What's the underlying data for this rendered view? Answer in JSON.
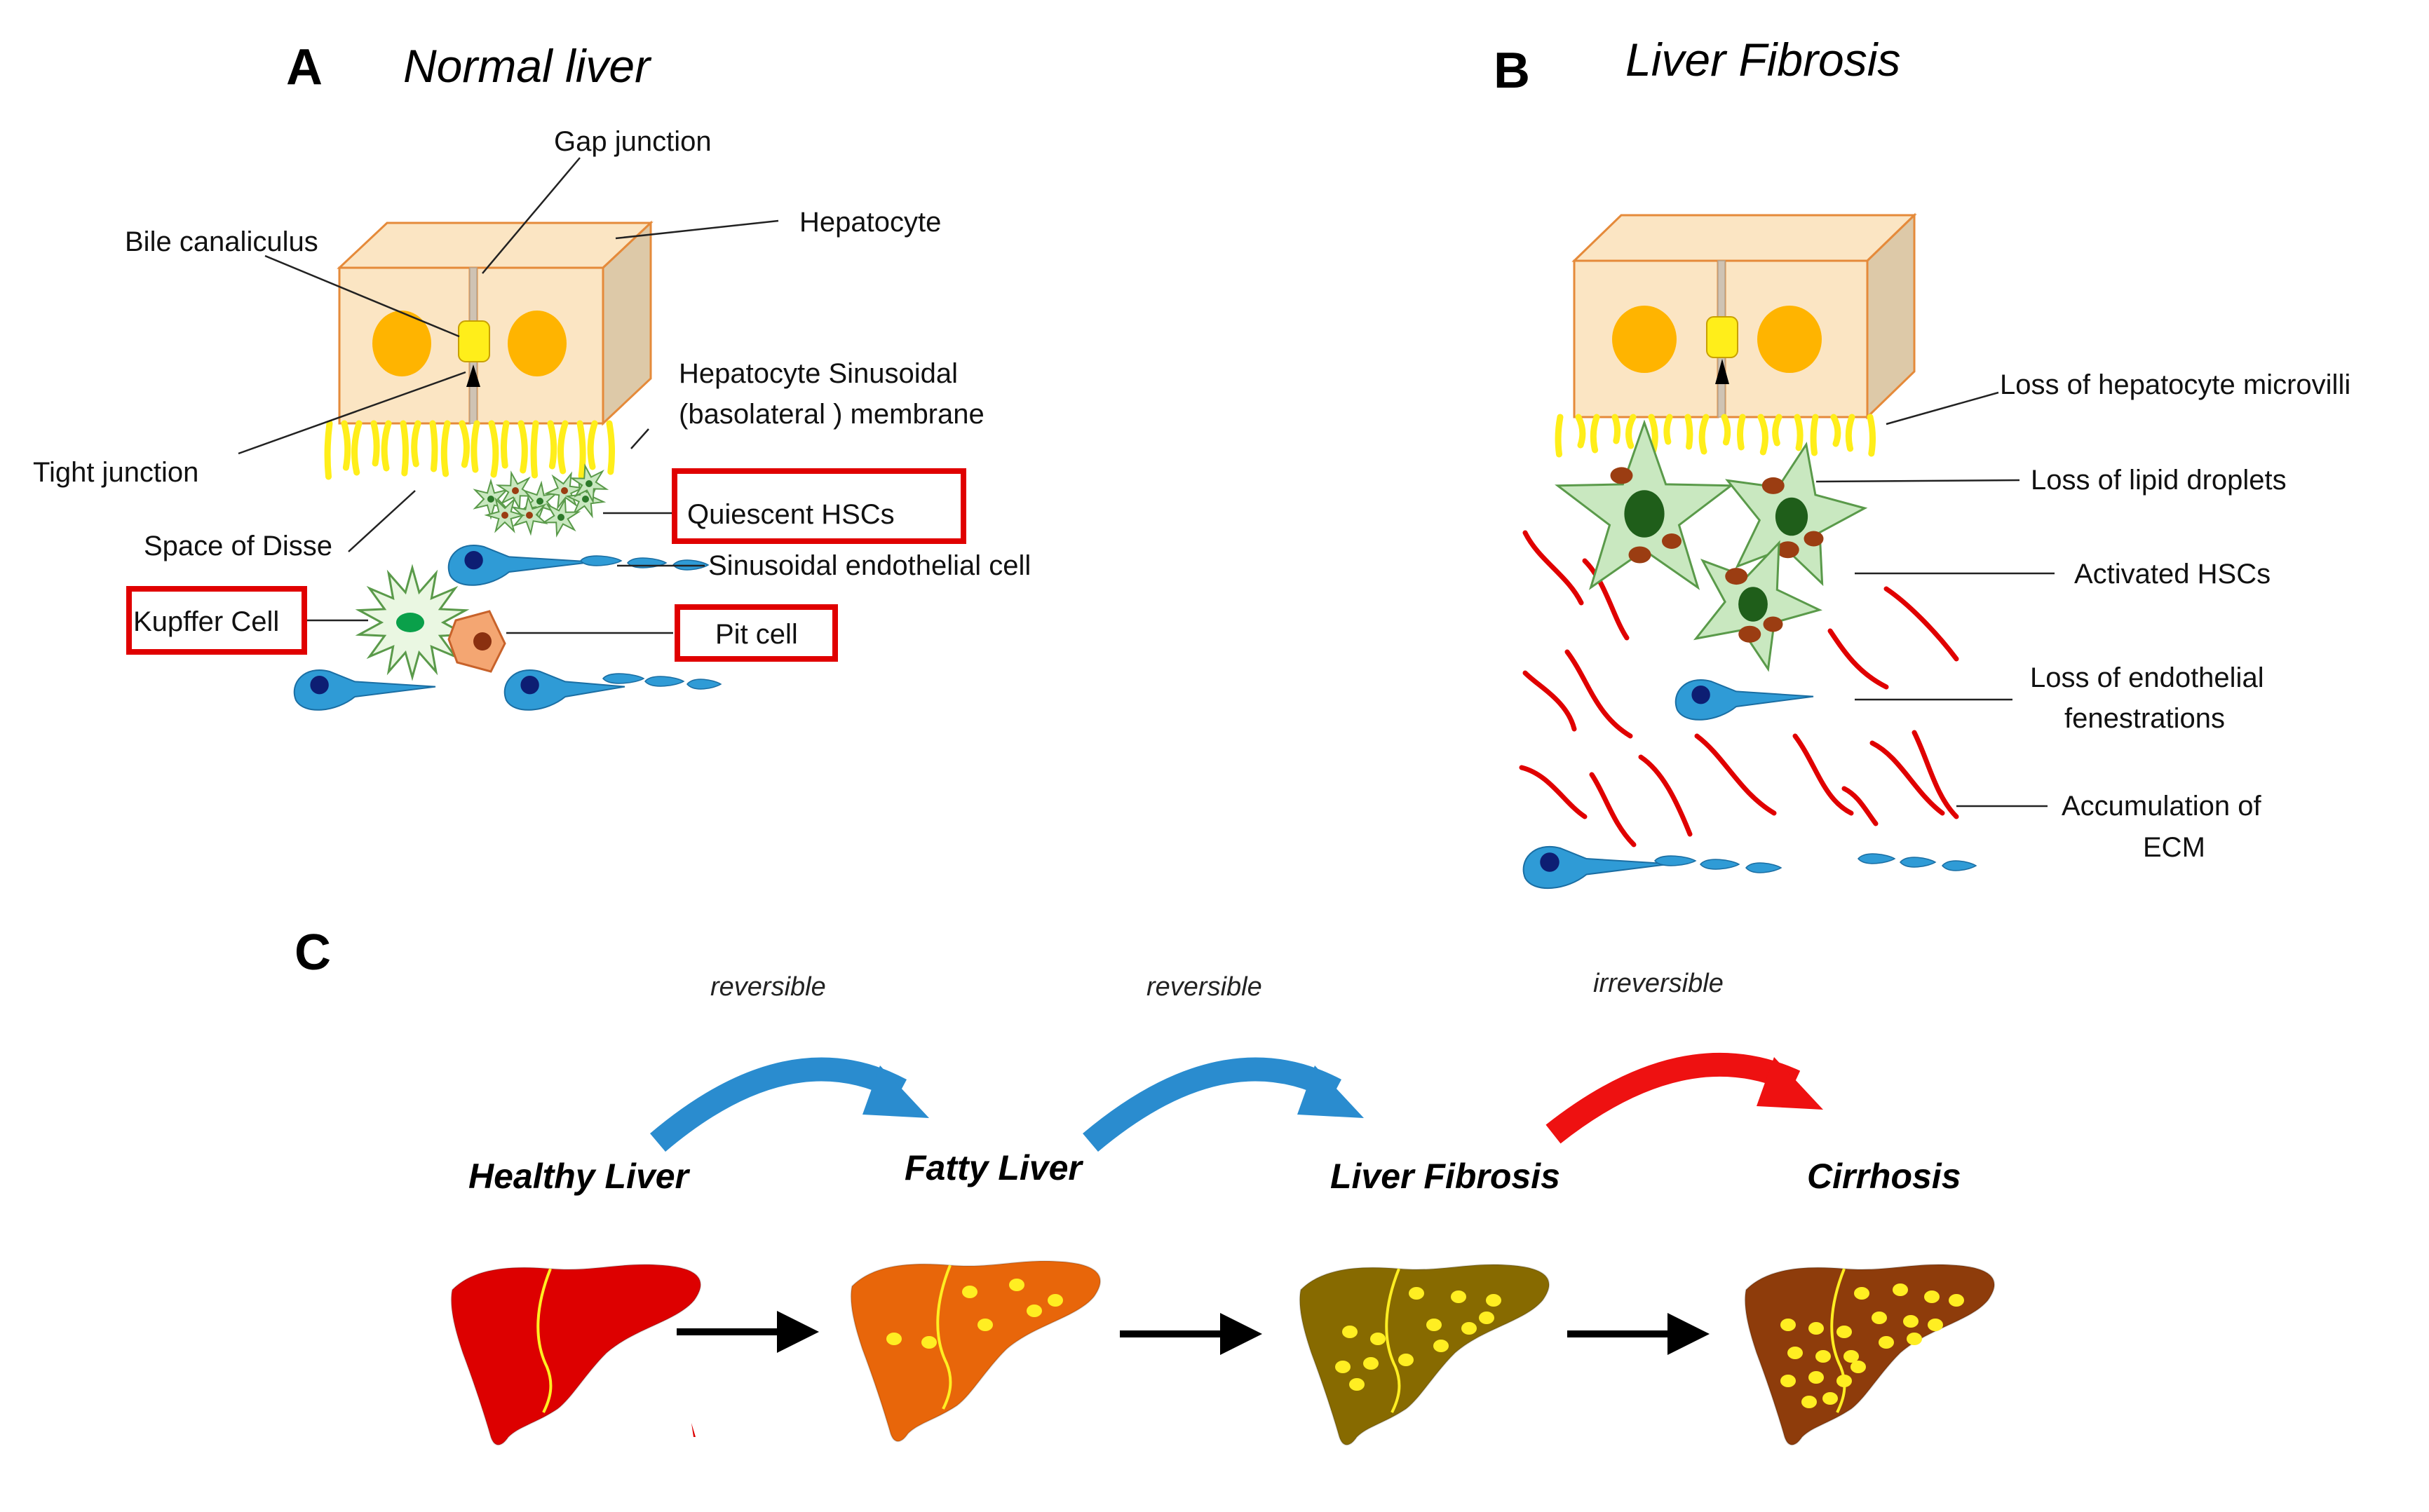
{
  "panels": {
    "a": {
      "letter": "A",
      "title": "Normal liver",
      "labels": {
        "gap_junction": "Gap junction",
        "hepatocyte": "Hepatocyte",
        "bile_canaliculus": "Bile canaliculus",
        "sinusoidal_membrane_line1": "Hepatocyte Sinusoidal",
        "sinusoidal_membrane_line2": "(basolateral ) membrane",
        "tight_junction": "Tight junction",
        "quiescent_hscs": "Quiescent  HSCs",
        "space_of_disse": "Space of Disse",
        "sinusoidal_endothelial_cell": "Sinusoidal endothelial cell",
        "kupffer_cell": "Kupffer Cell",
        "pit_cell": "Pit cell"
      }
    },
    "b": {
      "letter": "B",
      "title": "Liver Fibrosis",
      "labels": {
        "loss_microvilli": "Loss of hepatocyte microvilli",
        "loss_lipid": "Loss of lipid  droplets",
        "activated_hscs": "Activated HSCs",
        "loss_fenestrations_line1": "Loss of endothelial",
        "loss_fenestrations_line2": "fenestrations",
        "ecm_line1": "Accumulation of",
        "ecm_line2": "ECM"
      }
    },
    "c": {
      "letter": "C",
      "transitions": [
        "reversible",
        "reversible",
        "irreversible"
      ],
      "stages": [
        "Healthy Liver",
        "Fatty Liver",
        "Liver Fibrosis",
        "Cirrhosis"
      ]
    }
  },
  "colors": {
    "cell_face": "#fbe5c3",
    "cell_side": "#ddc9a8",
    "cell_edge": "#e58a3a",
    "nucleus": "#ffb400",
    "microvilli": "#ffee1a",
    "hsc_green": "#c9e8c0",
    "hsc_edge": "#5a9a4a",
    "hsc_nucleus": "#1f5e1a",
    "lipid": "#9b3d12",
    "endothelial": "#2f9bd6",
    "endo_nucleus": "#0d1e73",
    "ecm": "#e00000",
    "highlight_box": "#e00000",
    "arrow_reversible": "#2a8ccf",
    "arrow_irreversible": "#ee1111",
    "liver_healthy": "#dd0000",
    "liver_fatty": "#e8660a",
    "liver_fibrosis": "#876a00",
    "liver_cirrhosis": "#8e3c0b",
    "fat_dots": "#ffee22"
  },
  "icons": [
    "hepatocyte-cube",
    "hsc-star",
    "kupffer-cell",
    "pit-cell",
    "endothelial-cell",
    "ecm-fiber",
    "liver-silhouette",
    "curved-arrow",
    "straight-arrow"
  ]
}
